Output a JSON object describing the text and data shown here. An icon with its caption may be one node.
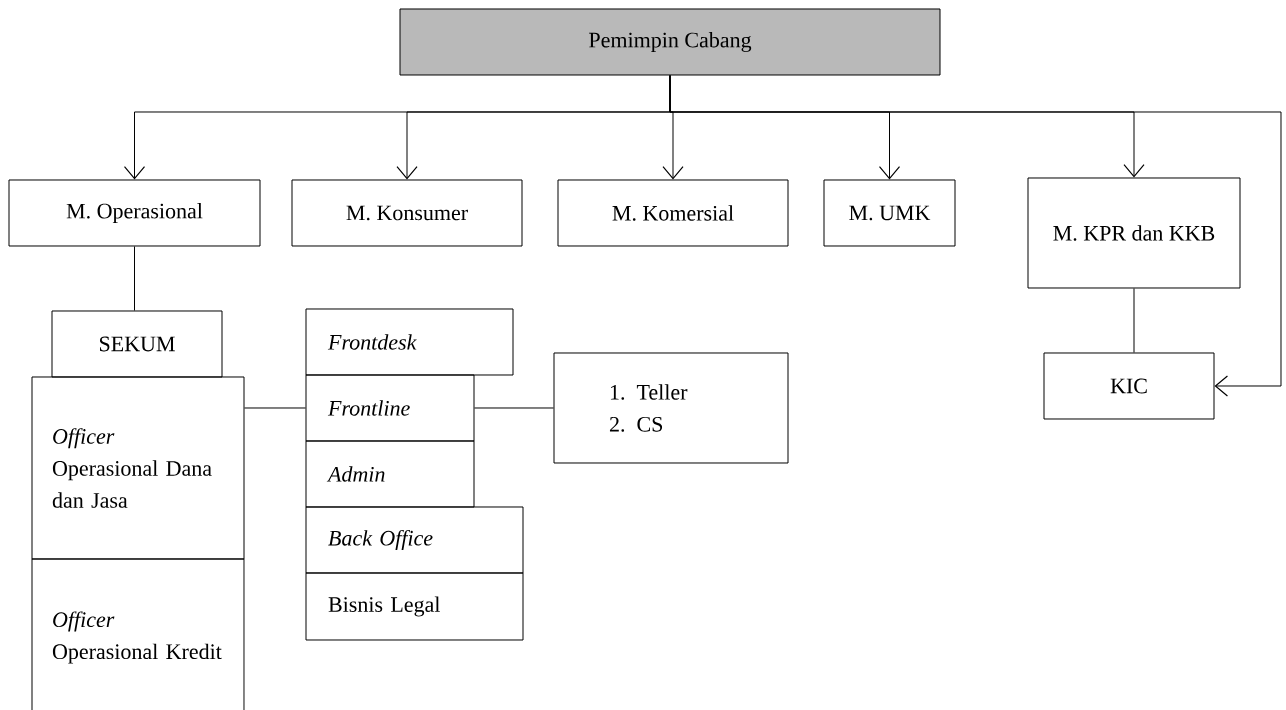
{
  "diagram": {
    "nodes": [
      {
        "text": [
          "Pemimpin Cabang"
        ]
      },
      {
        "text": [
          "M. Operasional"
        ]
      },
      {
        "text": [
          "M. Konsumer"
        ]
      },
      {
        "text": [
          "M. Komersial"
        ]
      },
      {
        "text": [
          "M. UMK"
        ]
      },
      {
        "text": [
          "M. KPR dan KKB"
        ]
      },
      {
        "text": [
          "SEKUM"
        ]
      },
      {
        "text": [
          "*Officer* Operasional Dana dan Jasa"
        ]
      },
      {
        "text": [
          "*Officer* Operasional Kredit"
        ]
      },
      {
        "text": [
          "Frontdesk"
        ]
      },
      {
        "text": [
          "Frontline"
        ]
      },
      {
        "text": [
          "Admin"
        ]
      },
      {
        "text": [
          "Back Office"
        ]
      },
      {
        "text": [
          "Bisnis Legal"
        ]
      },
      {
        "text": [
          "1.  Teller",
          "2.  CS"
        ]
      },
      {
        "text": [
          "KIC"
        ]
      }
    ],
    "edges": [
      {
        "from": 0,
        "to": 1,
        "arrow": "to"
      },
      {
        "from": 0,
        "to": 2,
        "arrow": "to"
      },
      {
        "from": 0,
        "to": 3,
        "arrow": "to"
      },
      {
        "from": 0,
        "to": 4,
        "arrow": "to"
      },
      {
        "from": 0,
        "to": 5,
        "arrow": "to"
      },
      {
        "from": 0,
        "to": 15,
        "arrow": "to"
      },
      {
        "from": 1,
        "to": 6,
        "arrow": "none"
      },
      {
        "from": 5,
        "to": 15,
        "arrow": "none"
      },
      {
        "from": 7,
        "to": 10,
        "arrow": "none"
      },
      {
        "from": 10,
        "to": 14,
        "arrow": "none"
      }
    ]
  }
}
